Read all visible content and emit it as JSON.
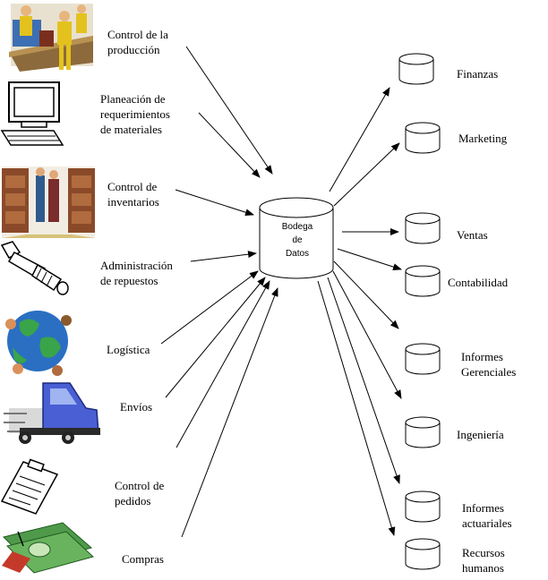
{
  "sources": [
    {
      "id": "produccion",
      "lines": [
        "Control de la",
        "producción"
      ],
      "icon": "factory-workers-icon"
    },
    {
      "id": "mrp",
      "lines": [
        "Planeación de",
        "requerimientos",
        "de materiales"
      ],
      "icon": "computer-icon"
    },
    {
      "id": "inventarios",
      "lines": [
        "Control de",
        "inventarios"
      ],
      "icon": "warehouse-icon"
    },
    {
      "id": "repuestos",
      "lines": [
        "Administración",
        "de repuestos"
      ],
      "icon": "spark-plug-icon"
    },
    {
      "id": "logistica",
      "lines": [
        "Logística"
      ],
      "icon": "globe-icon"
    },
    {
      "id": "envios",
      "lines": [
        "Envíos"
      ],
      "icon": "truck-icon"
    },
    {
      "id": "pedidos",
      "lines": [
        "Control de",
        "pedidos"
      ],
      "icon": "clipboard-icon"
    },
    {
      "id": "compras",
      "lines": [
        "Compras"
      ],
      "icon": "money-icon"
    }
  ],
  "warehouse": {
    "lines": [
      "Bodega",
      "de",
      "Datos"
    ]
  },
  "targets": [
    {
      "id": "finanzas",
      "lines": [
        "Finanzas"
      ]
    },
    {
      "id": "marketing",
      "lines": [
        "Marketing"
      ]
    },
    {
      "id": "ventas",
      "lines": [
        "Ventas"
      ]
    },
    {
      "id": "contabilidad",
      "lines": [
        "Contabilidad"
      ]
    },
    {
      "id": "informes-gerenciales",
      "lines": [
        "Informes",
        "Gerenciales"
      ]
    },
    {
      "id": "ingenieria",
      "lines": [
        "Ingeniería"
      ]
    },
    {
      "id": "informes-actuariales",
      "lines": [
        "Informes",
        "actuariales"
      ]
    },
    {
      "id": "recursos-humanos",
      "lines": [
        "Recursos",
        "humanos"
      ]
    }
  ]
}
